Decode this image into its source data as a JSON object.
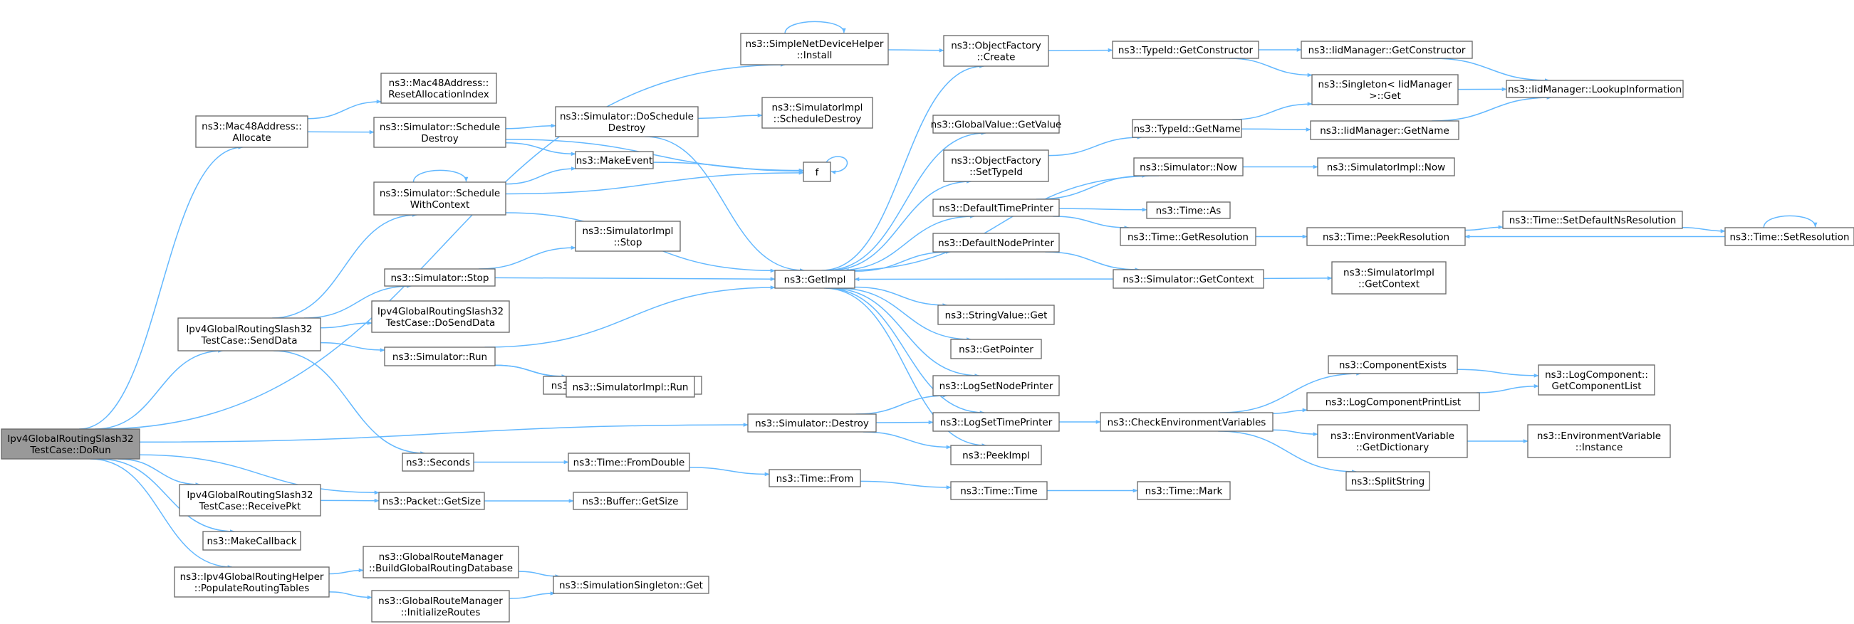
{
  "graph": {
    "edge_color": "#63b8ff",
    "node_border_color": "#666666",
    "root_fill_color": "#999999",
    "nodes": [
      {
        "id": "dorun",
        "label": [
          "Ipv4GlobalRoutingSlash32",
          "TestCase::DoRun"
        ],
        "root": true
      },
      {
        "id": "mac_alloc",
        "label": [
          "ns3::Mac48Address::",
          "Allocate"
        ]
      },
      {
        "id": "mac_reset",
        "label": [
          "ns3::Mac48Address::",
          "ResetAllocationIndex"
        ]
      },
      {
        "id": "sched_destroy",
        "label": [
          "ns3::Simulator::Schedule",
          "Destroy"
        ]
      },
      {
        "id": "do_sched_destroy",
        "label": [
          "ns3::Simulator::DoSchedule",
          "Destroy"
        ]
      },
      {
        "id": "impl_sched_destroy",
        "label": [
          "ns3::SimulatorImpl",
          "::ScheduleDestroy"
        ]
      },
      {
        "id": "make_event",
        "label": [
          "ns3::MakeEvent"
        ]
      },
      {
        "id": "f",
        "label": [
          "f"
        ]
      },
      {
        "id": "sched_ctx",
        "label": [
          "ns3::Simulator::Schedule",
          "WithContext"
        ]
      },
      {
        "id": "impl_stop",
        "label": [
          "ns3::SimulatorImpl",
          "::Stop"
        ]
      },
      {
        "id": "sim_stop",
        "label": [
          "ns3::Simulator::Stop"
        ]
      },
      {
        "id": "send_data",
        "label": [
          "Ipv4GlobalRoutingSlash32",
          "TestCase::SendData"
        ]
      },
      {
        "id": "do_send_data",
        "label": [
          "Ipv4GlobalRoutingSlash32",
          "TestCase::DoSendData"
        ]
      },
      {
        "id": "sim_run",
        "label": [
          "ns3::Simulator::Run"
        ]
      },
      {
        "id": "clear_marked",
        "label": [
          "ns3::Time::ClearMarkedTimes"
        ]
      },
      {
        "id": "impl_run",
        "label": [
          "ns3::SimulatorImpl::Run"
        ]
      },
      {
        "id": "seconds",
        "label": [
          "ns3::Seconds"
        ]
      },
      {
        "id": "from_double",
        "label": [
          "ns3::Time::FromDouble"
        ]
      },
      {
        "id": "time_from",
        "label": [
          "ns3::Time::From"
        ]
      },
      {
        "id": "time_time",
        "label": [
          "ns3::Time::Time"
        ]
      },
      {
        "id": "time_mark",
        "label": [
          "ns3::Time::Mark"
        ]
      },
      {
        "id": "receive_pkt",
        "label": [
          "Ipv4GlobalRoutingSlash32",
          "TestCase::ReceivePkt"
        ]
      },
      {
        "id": "packet_size",
        "label": [
          "ns3::Packet::GetSize"
        ]
      },
      {
        "id": "buffer_size",
        "label": [
          "ns3::Buffer::GetSize"
        ]
      },
      {
        "id": "make_cb",
        "label": [
          "ns3::MakeCallback"
        ]
      },
      {
        "id": "populate",
        "label": [
          "ns3::Ipv4GlobalRoutingHelper",
          "::PopulateRoutingTables"
        ]
      },
      {
        "id": "build_db",
        "label": [
          "ns3::GlobalRouteManager",
          "::BuildGlobalRoutingDatabase"
        ]
      },
      {
        "id": "init_routes",
        "label": [
          "ns3::GlobalRouteManager",
          "::InitializeRoutes"
        ]
      },
      {
        "id": "sim_singleton",
        "label": [
          "ns3::SimulationSingleton::Get"
        ]
      },
      {
        "id": "snd_install",
        "label": [
          "ns3::SimpleNetDeviceHelper",
          "::Install"
        ]
      },
      {
        "id": "of_create",
        "label": [
          "ns3::ObjectFactory",
          "::Create"
        ]
      },
      {
        "id": "get_ctor",
        "label": [
          "ns3::TypeId::GetConstructor"
        ]
      },
      {
        "id": "iid_get_ctor",
        "label": [
          "ns3::IidManager::GetConstructor"
        ]
      },
      {
        "id": "singleton_get",
        "label": [
          "ns3::Singleton< IidManager",
          " >::Get"
        ]
      },
      {
        "id": "lookup",
        "label": [
          "ns3::IidManager::LookupInformation"
        ]
      },
      {
        "id": "gv_getvalue",
        "label": [
          "ns3::GlobalValue::GetValue"
        ]
      },
      {
        "id": "of_settypeid",
        "label": [
          "ns3::ObjectFactory",
          "::SetTypeId"
        ]
      },
      {
        "id": "typeid_getname",
        "label": [
          "ns3::TypeId::GetName"
        ]
      },
      {
        "id": "iid_getname",
        "label": [
          "ns3::IidManager::GetName"
        ]
      },
      {
        "id": "sim_now",
        "label": [
          "ns3::Simulator::Now"
        ]
      },
      {
        "id": "impl_now",
        "label": [
          "ns3::SimulatorImpl::Now"
        ]
      },
      {
        "id": "def_time_printer",
        "label": [
          "ns3::DefaultTimePrinter"
        ]
      },
      {
        "id": "time_as",
        "label": [
          "ns3::Time::As"
        ]
      },
      {
        "id": "time_getres",
        "label": [
          "ns3::Time::GetResolution"
        ]
      },
      {
        "id": "peek_res",
        "label": [
          "ns3::Time::PeekResolution"
        ]
      },
      {
        "id": "set_def_ns",
        "label": [
          "ns3::Time::SetDefaultNsResolution"
        ]
      },
      {
        "id": "set_res",
        "label": [
          "ns3::Time::SetResolution"
        ]
      },
      {
        "id": "def_node_printer",
        "label": [
          "ns3::DefaultNodePrinter"
        ]
      },
      {
        "id": "get_impl",
        "label": [
          "ns3::GetImpl"
        ]
      },
      {
        "id": "sim_getctx",
        "label": [
          "ns3::Simulator::GetContext"
        ]
      },
      {
        "id": "impl_getctx",
        "label": [
          "ns3::SimulatorImpl",
          "::GetContext"
        ]
      },
      {
        "id": "string_get",
        "label": [
          "ns3::StringValue::Get"
        ]
      },
      {
        "id": "get_pointer",
        "label": [
          "ns3::GetPointer"
        ]
      },
      {
        "id": "log_node_printer",
        "label": [
          "ns3::LogSetNodePrinter"
        ]
      },
      {
        "id": "sim_destroy",
        "label": [
          "ns3::Simulator::Destroy"
        ]
      },
      {
        "id": "log_time_printer",
        "label": [
          "ns3::LogSetTimePrinter"
        ]
      },
      {
        "id": "check_env",
        "label": [
          "ns3::CheckEnvironmentVariables"
        ]
      },
      {
        "id": "peek_impl",
        "label": [
          "ns3::PeekImpl"
        ]
      },
      {
        "id": "comp_exists",
        "label": [
          "ns3::ComponentExists"
        ]
      },
      {
        "id": "log_comp_list",
        "label": [
          "ns3::LogComponent::",
          "GetComponentList"
        ]
      },
      {
        "id": "log_print_list",
        "label": [
          "ns3::LogComponentPrintList"
        ]
      },
      {
        "id": "env_dict",
        "label": [
          "ns3::EnvironmentVariable",
          "::GetDictionary"
        ]
      },
      {
        "id": "env_instance",
        "label": [
          "ns3::EnvironmentVariable",
          "::Instance"
        ]
      },
      {
        "id": "split_string",
        "label": [
          "ns3::SplitString"
        ]
      }
    ]
  }
}
